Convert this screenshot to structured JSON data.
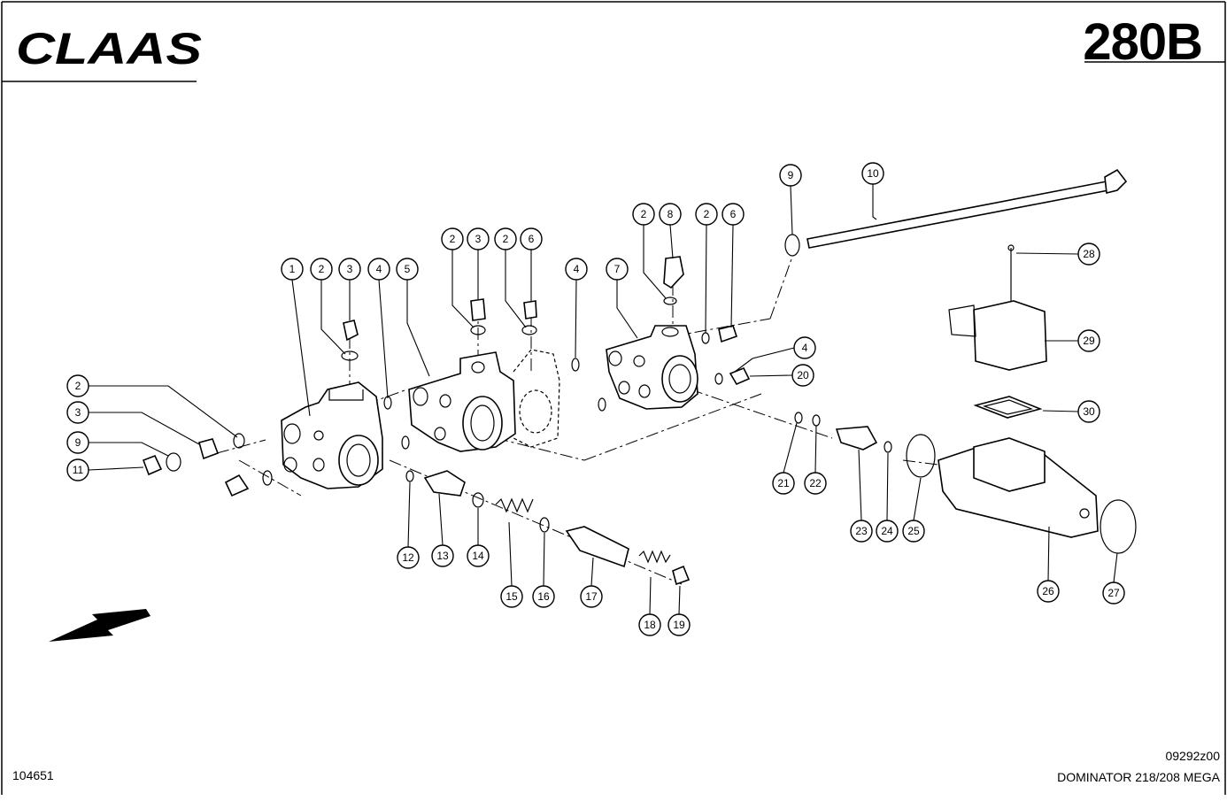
{
  "header": {
    "brand": "CLAAS",
    "page_code": "280B"
  },
  "footer": {
    "doc_number": "104651",
    "drawing_code": "09292z00",
    "model": "DOMINATOR 218/208 MEGA"
  },
  "callouts": [
    "1",
    "2",
    "3",
    "4",
    "5",
    "6",
    "7",
    "8",
    "9",
    "10",
    "11",
    "12",
    "13",
    "14",
    "15",
    "16",
    "17",
    "18",
    "19",
    "20",
    "21",
    "22",
    "23",
    "24",
    "25",
    "26",
    "27",
    "28",
    "29",
    "30"
  ],
  "labels": {
    "c1": "1",
    "c2a": "2",
    "c3a": "3",
    "c4a": "4",
    "c5": "5",
    "c2b": "2",
    "c3b": "3",
    "c2c": "2",
    "c6a": "6",
    "c4b": "4",
    "c7": "7",
    "c2d": "2",
    "c8": "8",
    "c2e": "2",
    "c6b": "6",
    "c9a": "9",
    "c10": "10",
    "c28": "28",
    "c29": "29",
    "c30": "30",
    "c4c": "4",
    "c20": "20",
    "c2f": "2",
    "c3c": "3",
    "c9b": "9",
    "c11": "11",
    "c12": "12",
    "c13": "13",
    "c14": "14",
    "c15": "15",
    "c16": "16",
    "c17": "17",
    "c18": "18",
    "c19": "19",
    "c21": "21",
    "c22": "22",
    "c23": "23",
    "c24": "24",
    "c25": "25",
    "c26": "26",
    "c27": "27"
  }
}
